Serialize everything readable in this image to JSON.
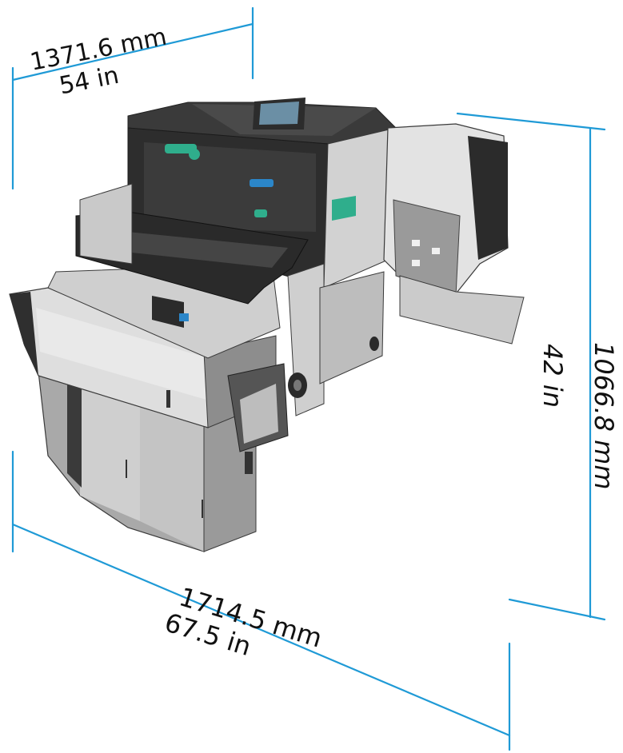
{
  "dimensions": {
    "depth": {
      "metric": "1371.6 mm",
      "imperial": "54 in"
    },
    "width": {
      "metric": "1714.5 mm",
      "imperial": "67.5 in"
    },
    "height": {
      "metric": "1066.8 mm",
      "imperial": "42 in"
    }
  },
  "colors": {
    "dimension_line": "#1f9ad6",
    "body_light": "#d9d9d9",
    "body_mid": "#a9a9a9",
    "body_dark": "#3a3a3a",
    "handle_green": "#2fae8c",
    "handle_blue": "#2b86c9"
  },
  "icons": [
    "printer-illustration"
  ]
}
